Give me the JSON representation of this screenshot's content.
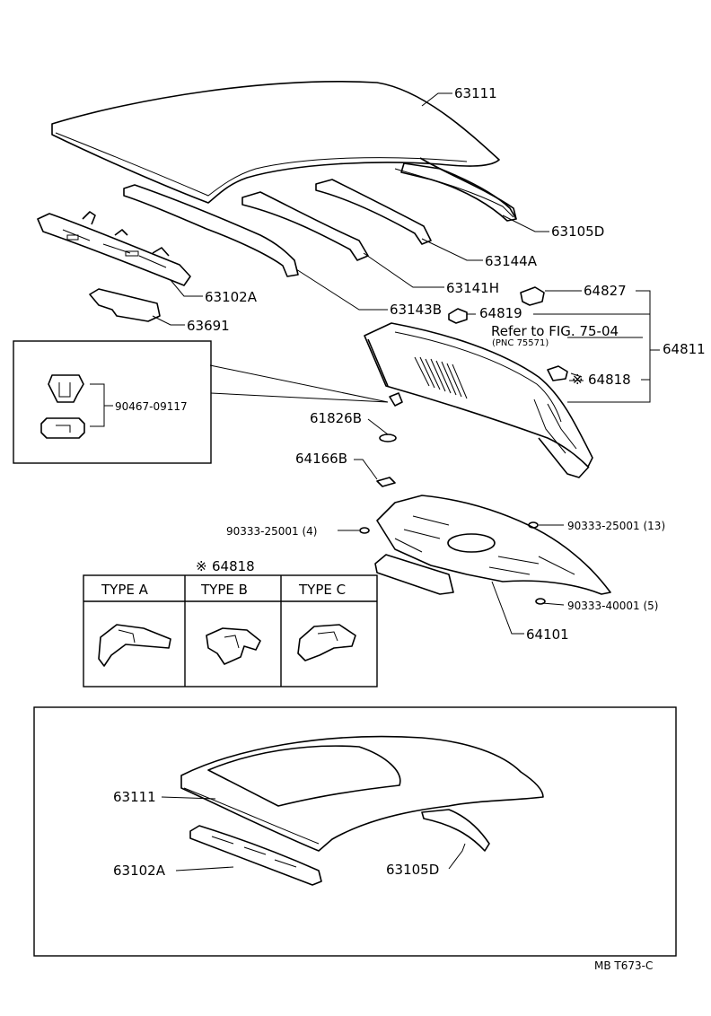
{
  "labels": {
    "p63111": "63111",
    "p63105d": "63105D",
    "p63144a": "63144A",
    "p63141h": "63141H",
    "p63143b": "63143B",
    "p63102a": "63102A",
    "p63691": "63691",
    "p64827": "64827",
    "p64819": "64819",
    "p64811": "64811",
    "p64818": "64818",
    "refer": "Refer to FIG. 75-04",
    "pnc": "(PNC 75571)",
    "p90467": "90467-09117",
    "p61826b": "61826B",
    "p64166b": "64166B",
    "p90333a": "90333-25001 (4)",
    "p90333b": "90333-25001 (13)",
    "p90333c": "90333-40001 (5)",
    "p64101": "64101",
    "p64818note": "64818",
    "typeA": "TYPE A",
    "typeB": "TYPE B",
    "typeC": "TYPE C",
    "inset63111": "63111",
    "inset63102a": "63102A",
    "inset63105d": "63105D",
    "footer": "MB  T673-C"
  },
  "icons": {
    "note_mark": "※"
  }
}
